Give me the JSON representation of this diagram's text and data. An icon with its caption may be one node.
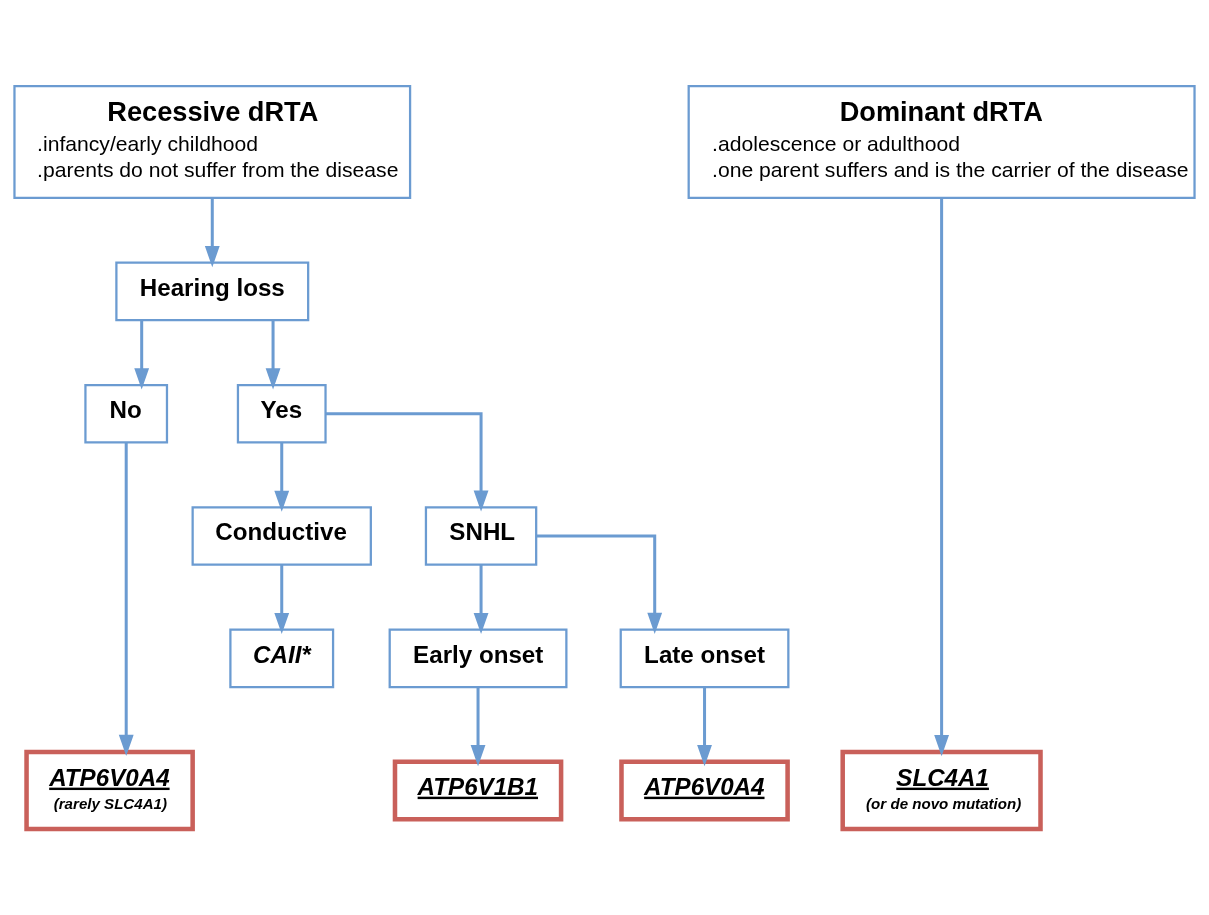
{
  "diagram": {
    "nodes": [
      {
        "text": [
          "Recessive dRTA",
          ".infancy/early childhood",
          ".parents do not suffer from the disease"
        ]
      },
      {
        "text": [
          "Dominant dRTA",
          ".adolescence or adulthood",
          ".one parent suffers and is the carrier of the disease"
        ]
      },
      {
        "text": [
          "Hearing loss"
        ]
      },
      {
        "text": [
          "No"
        ]
      },
      {
        "text": [
          "Yes"
        ]
      },
      {
        "text": [
          "Conductive"
        ]
      },
      {
        "text": [
          "SNHL"
        ]
      },
      {
        "text": [
          "CAII*"
        ]
      },
      {
        "text": [
          "Early onset"
        ]
      },
      {
        "text": [
          "Late onset"
        ]
      },
      {
        "text": [
          "ATP6V0A4",
          "(rarely SLC4A1)"
        ]
      },
      {
        "text": [
          "ATP6V1B1"
        ]
      },
      {
        "text": [
          "ATP6V0A4"
        ]
      },
      {
        "text": [
          "SLC4A1",
          "(or de novo mutation)"
        ]
      }
    ],
    "edges": [
      {
        "from": 0,
        "to": 2,
        "arrow": "to"
      },
      {
        "from": 2,
        "to": 3,
        "arrow": "to"
      },
      {
        "from": 2,
        "to": 4,
        "arrow": "to"
      },
      {
        "from": 4,
        "to": 5,
        "arrow": "to"
      },
      {
        "from": 4,
        "to": 6,
        "arrow": "to"
      },
      {
        "from": 5,
        "to": 7,
        "arrow": "to"
      },
      {
        "from": 6,
        "to": 8,
        "arrow": "to"
      },
      {
        "from": 6,
        "to": 9,
        "arrow": "to"
      },
      {
        "from": 3,
        "to": 10,
        "arrow": "to"
      },
      {
        "from": 8,
        "to": 11,
        "arrow": "to"
      },
      {
        "from": 9,
        "to": 12,
        "arrow": "to"
      },
      {
        "from": 1,
        "to": 13,
        "arrow": "to"
      }
    ]
  }
}
